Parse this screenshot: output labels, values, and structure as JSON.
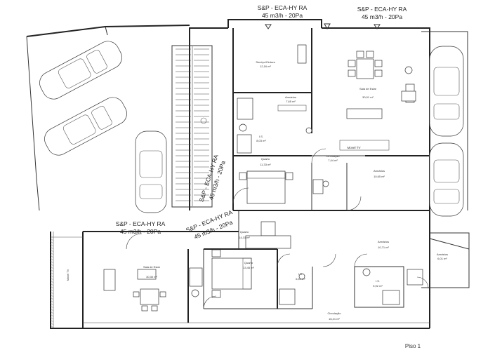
{
  "ventilation_labels": {
    "top_center_brand": "S&P - ECA-HY RA",
    "top_center_spec": "45 m3/h - 20Pa",
    "top_right_brand": "S&P - ECA-HY RA",
    "top_right_spec": "45 m3/h - 20Pa",
    "vertical_brand": "S&P - ECA-HY RA",
    "vertical_spec": "45 m3/h - 20Pa",
    "diag_brand": "S&P - ECA-HY RA",
    "diag_spec": "45 m3/h - 20Pa",
    "left_brand": "S&P - ECA-HY RA",
    "left_spec": "45 m3/h - 20Pa"
  },
  "rooms": {
    "servicos": {
      "name": "Serviço/Cintura",
      "area": "12,16 m²"
    },
    "sala_top": {
      "name": "Sala de Estar",
      "area": "30,01 m²"
    },
    "armarios_top": {
      "name": "Armários",
      "area": "7,65 m²"
    },
    "is_top": {
      "name": "I.S.",
      "area": "8,03 m²"
    },
    "quarto_top": {
      "name": "Quarto",
      "area": "11,33 m²"
    },
    "circulacao_mid": {
      "name": "Circulação",
      "area": "7,44 m²"
    },
    "armarios_mid": {
      "name": "Armários",
      "area": "10,65 m²"
    },
    "quarto_mid": {
      "name": "Quarto",
      "area": "14,31 m²"
    },
    "armarios_right": {
      "name": "Armários",
      "area": "10,71 m²"
    },
    "armarios_far": {
      "name": "Armários",
      "area": "6,01 m²"
    },
    "sala_bottom": {
      "name": "Sala de Estar",
      "area": "30,30 m²"
    },
    "quarto_bottom": {
      "name": "Quarto",
      "area": "13,45 m²"
    },
    "is_bottom": {
      "name": "I.S.",
      "area": "6,51 m²"
    },
    "is_right": {
      "name": "I.S.",
      "area": "5,92 m²"
    },
    "circulacao_bottom": {
      "name": "Circulação",
      "area": "16,21 m²"
    }
  },
  "annotations": {
    "movel_tv": "Movel TV",
    "movel_tv_left": "Movel TV"
  },
  "footer": {
    "floor_label": "Piso 1"
  }
}
